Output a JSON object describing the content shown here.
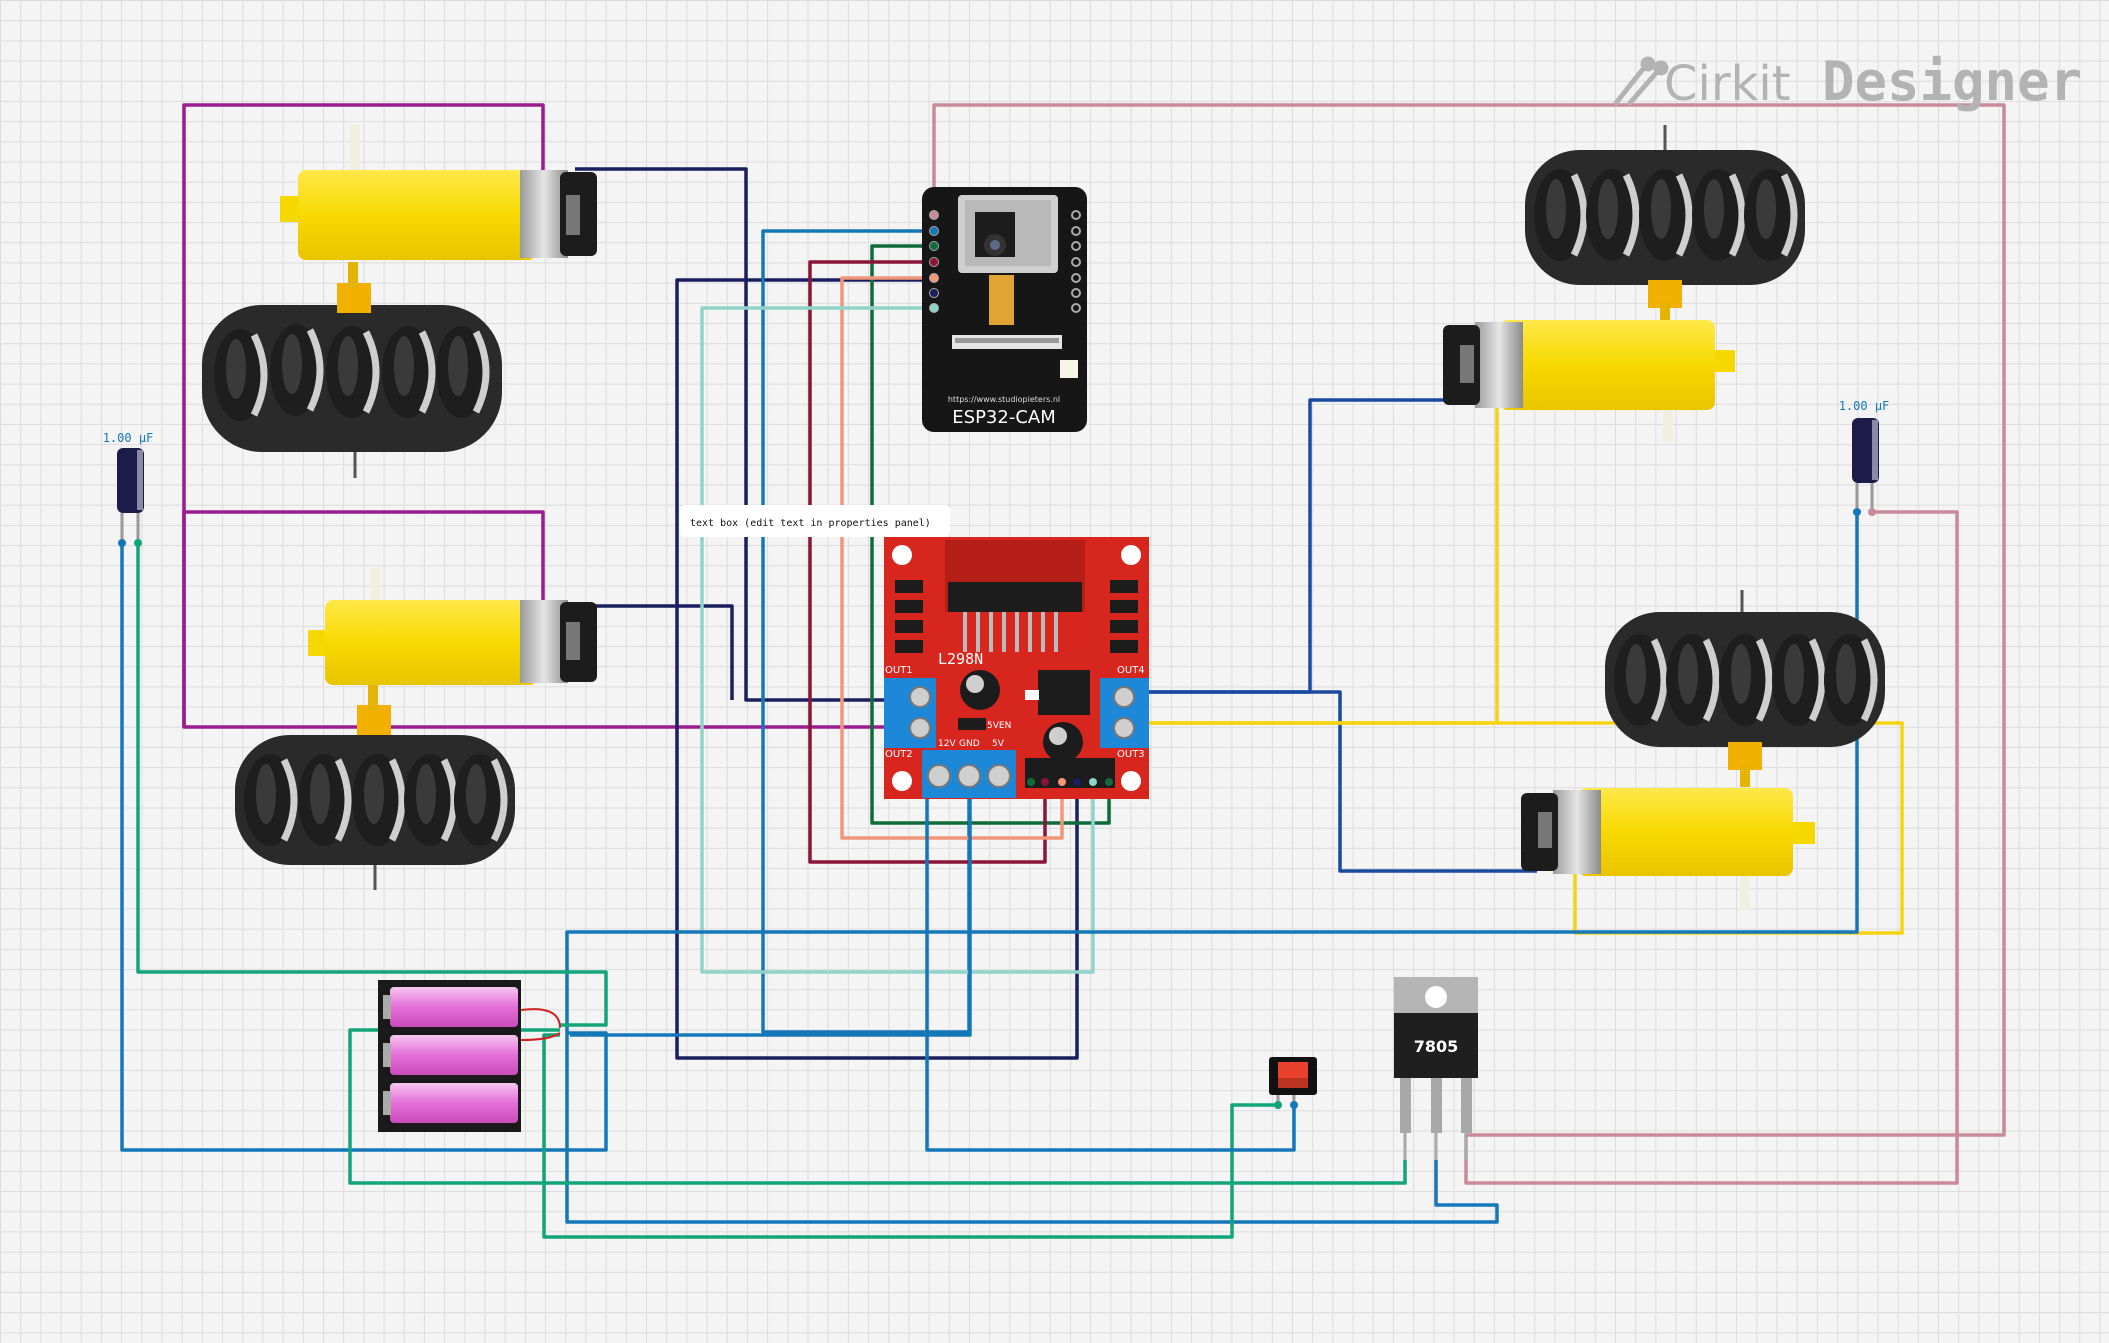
{
  "branding": {
    "brand_light": "Cirkit",
    "brand_bold": "Designer",
    "color": "#b3b3b3"
  },
  "components": {
    "esp32cam": {
      "name": "ESP32-CAM",
      "url": "https://www.studiopieters.nl"
    },
    "l298n": {
      "name": "L298N",
      "out1": "OUT1",
      "out2": "OUT2",
      "out3": "OUT3",
      "out4": "OUT4",
      "v12": "12V",
      "gnd": "GND",
      "v5": "5V",
      "en": "5VEN",
      "color": "#d7261e"
    },
    "regulator": {
      "name": "7805"
    },
    "capacitor_left": {
      "value": "1.00 µF"
    },
    "capacitor_right": {
      "value": "1.00 µF"
    },
    "textbox": {
      "text": "text box (edit text in properties panel)"
    }
  },
  "wire_colors": {
    "purple": "#9b1c8e",
    "navy": "#1a1f5e",
    "teal": "#1478b8",
    "green": "#0f6b3a",
    "maroon": "#8b1538",
    "salmon": "#f2957a",
    "mint": "#8fd3c9",
    "blue": "#1a4aa0",
    "yellow": "#f5d312",
    "pink": "#c98a9c",
    "sea": "#12a57a"
  }
}
